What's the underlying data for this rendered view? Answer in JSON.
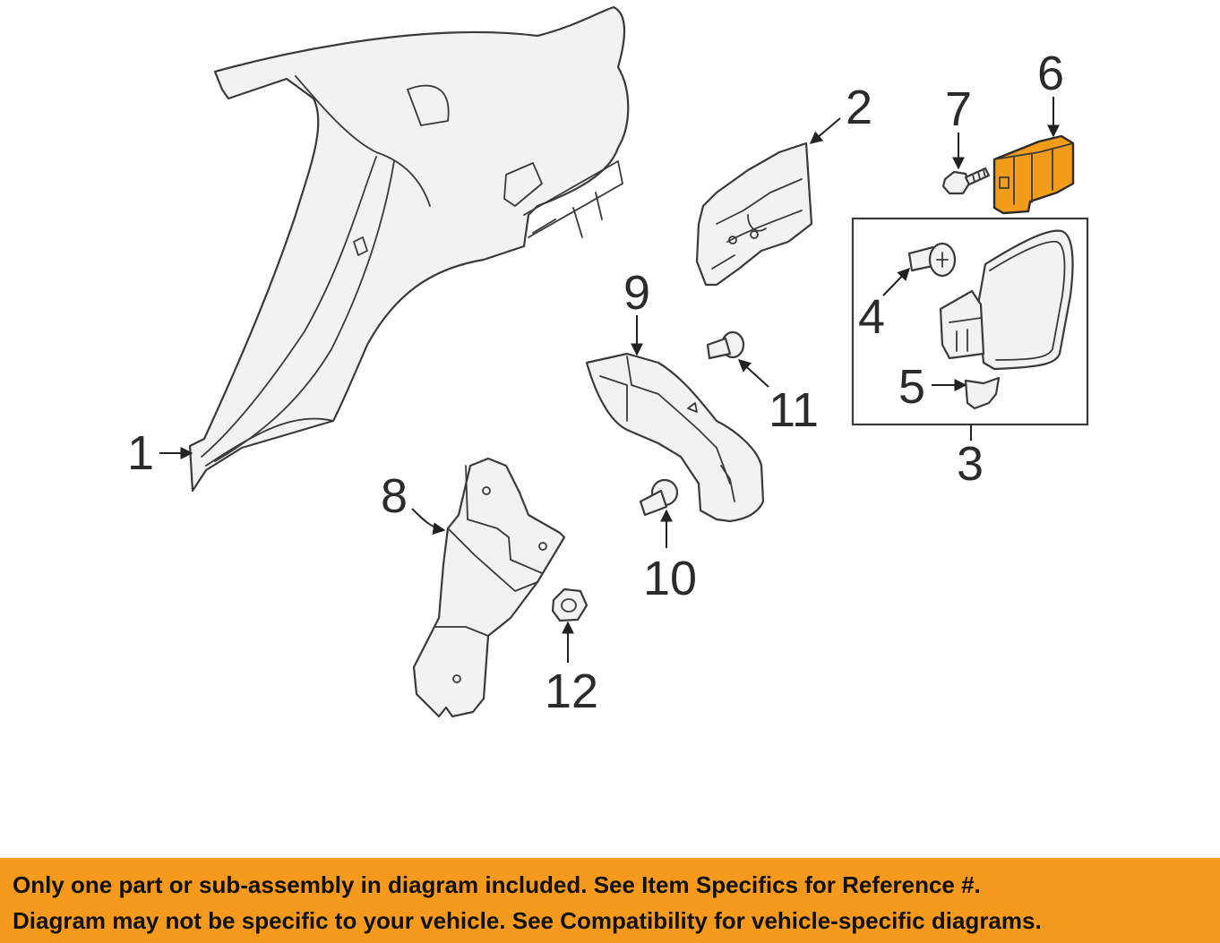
{
  "callouts": {
    "c1": "1",
    "c2": "2",
    "c3": "3",
    "c4": "4",
    "c5": "5",
    "c6": "6",
    "c7": "7",
    "c8": "8",
    "c9": "9",
    "c10": "10",
    "c11": "11",
    "c12": "12"
  },
  "notice": {
    "line1": "Only one part or sub-assembly in diagram included. See Item Specifics for Reference #.",
    "line2": "Diagram may not be specific to your vehicle. See Compatibility for vehicle-specific diagrams."
  },
  "colors": {
    "highlight": "#f39c1a",
    "banner": "#f59a1c"
  }
}
